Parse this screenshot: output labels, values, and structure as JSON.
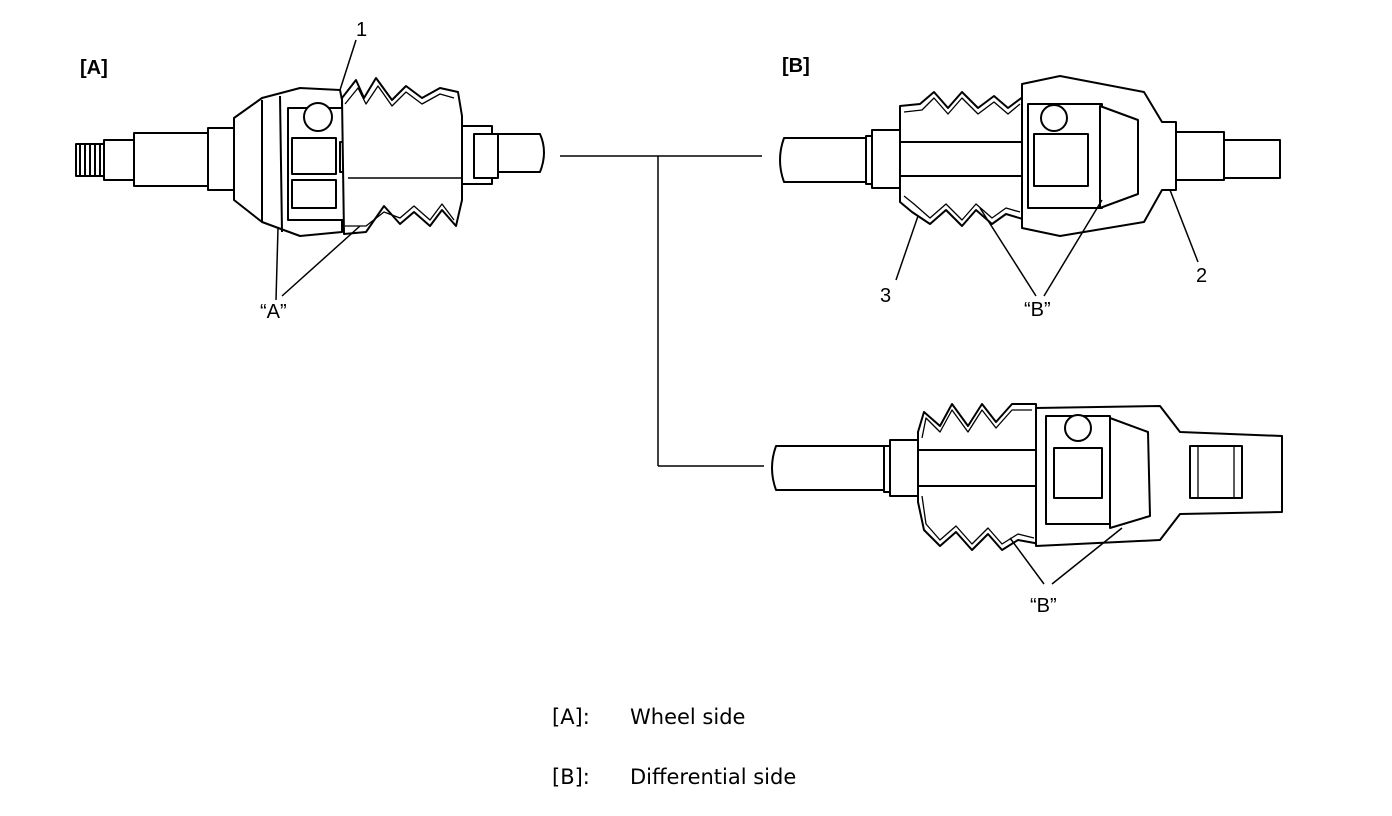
{
  "diagram": {
    "section_a_label": "[A]",
    "section_b_label": "[B]",
    "callouts": {
      "c1": "1",
      "c2": "2",
      "c3": "3",
      "a": "“A”",
      "b_upper": "“B”",
      "b_lower": "“B”"
    }
  },
  "legend": [
    {
      "key": "[A]:",
      "value": "Wheel side"
    },
    {
      "key": "[B]:",
      "value": "Differential side"
    }
  ]
}
